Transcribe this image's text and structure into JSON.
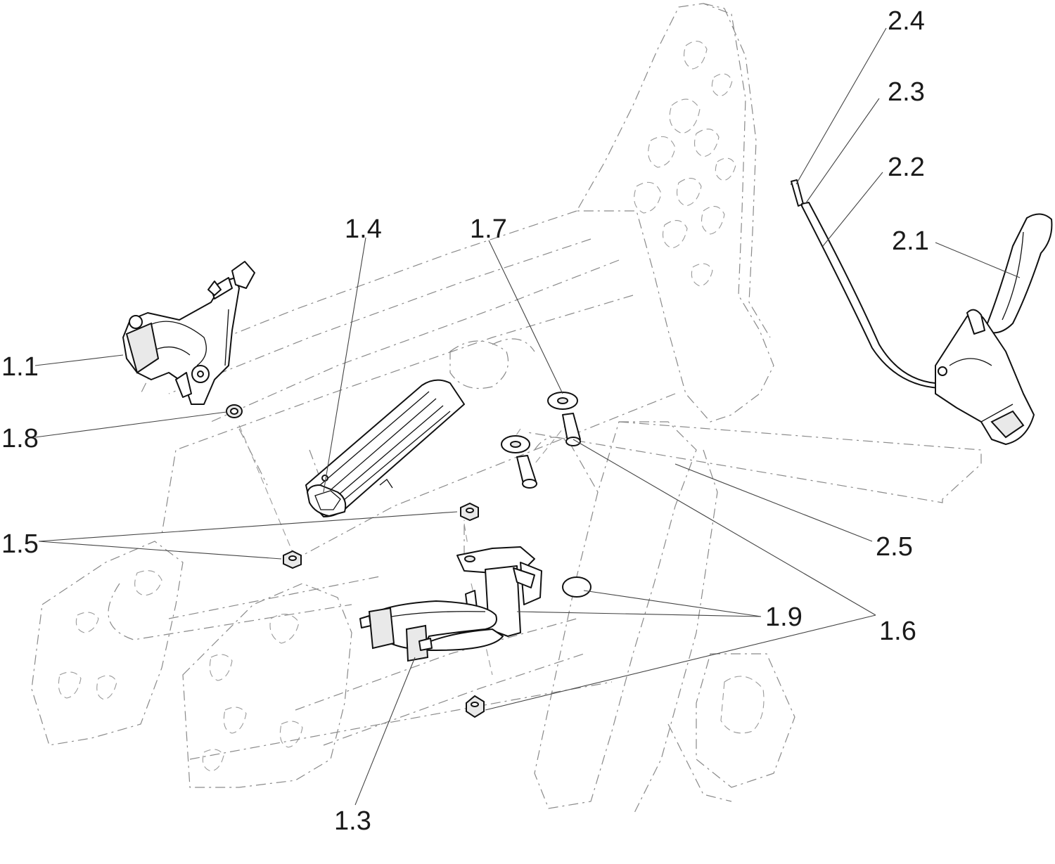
{
  "callouts": {
    "c_1_1": "1.1",
    "c_1_3": "1.3",
    "c_1_4": "1.4",
    "c_1_5": "1.5",
    "c_1_6": "1.6",
    "c_1_7": "1.7",
    "c_1_8": "1.8",
    "c_1_9": "1.9",
    "c_2_1": "2.1",
    "c_2_2": "2.2",
    "c_2_3": "2.3",
    "c_2_4": "2.4",
    "c_2_5": "2.5"
  }
}
